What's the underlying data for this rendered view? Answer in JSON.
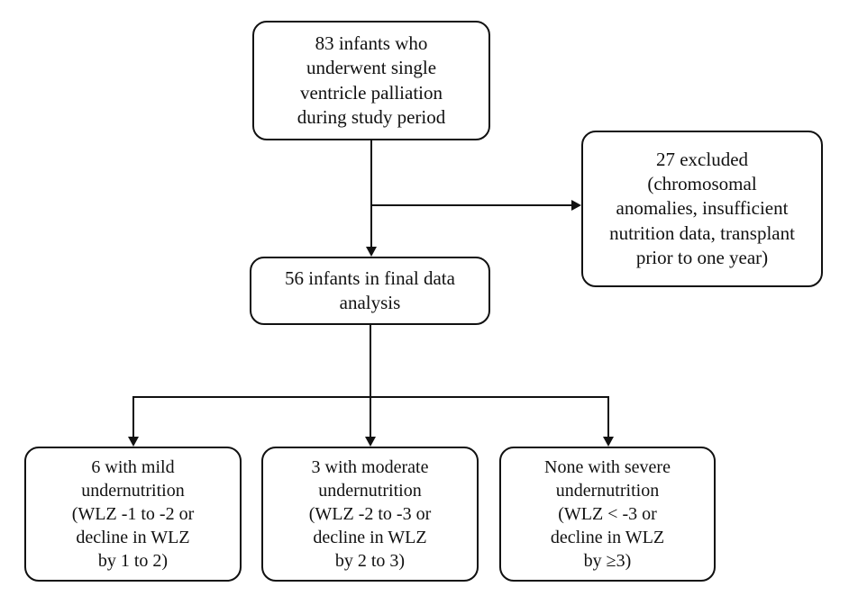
{
  "diagram": {
    "type": "flowchart",
    "title": "Study cohort selection and undernutrition classification flow diagram",
    "background_color": "#ffffff",
    "line_color": "#111111",
    "nodes": [
      {
        "id": "cohort",
        "label": "83 infants who\nunderwent single\nventricle palliation\nduring study period",
        "count": 83
      },
      {
        "id": "excluded",
        "label": "27 excluded\n(chromosomal\nanomalies, insufficient\nnutrition data, transplant\nprior to one year)",
        "count": 27
      },
      {
        "id": "analysis",
        "label": "56 infants in final data\nanalysis",
        "count": 56
      },
      {
        "id": "mild",
        "label": "6 with mild\nundernutrition\n(WLZ -1 to -2 or\ndecline in WLZ\nby 1 to 2)",
        "count": 6
      },
      {
        "id": "moderate",
        "label": "3 with moderate\nundernutrition\n(WLZ -2 to -3 or\ndecline in WLZ\nby 2 to 3)",
        "count": 3
      },
      {
        "id": "severe",
        "label": "None with severe\nundernutrition\n(WLZ < -3 or\ndecline in WLZ\nby ≥3)",
        "count": 0
      }
    ],
    "edges": [
      {
        "id": "cohort-to-analysis",
        "from": "cohort",
        "to": "analysis",
        "label": ""
      },
      {
        "id": "cohort-to-excluded",
        "from": "cohort",
        "to": "excluded",
        "label": ""
      },
      {
        "id": "analysis-to-mild",
        "from": "analysis",
        "to": "mild",
        "label": ""
      },
      {
        "id": "analysis-to-moderate",
        "from": "analysis",
        "to": "moderate",
        "label": ""
      },
      {
        "id": "analysis-to-severe",
        "from": "analysis",
        "to": "severe",
        "label": ""
      }
    ]
  }
}
